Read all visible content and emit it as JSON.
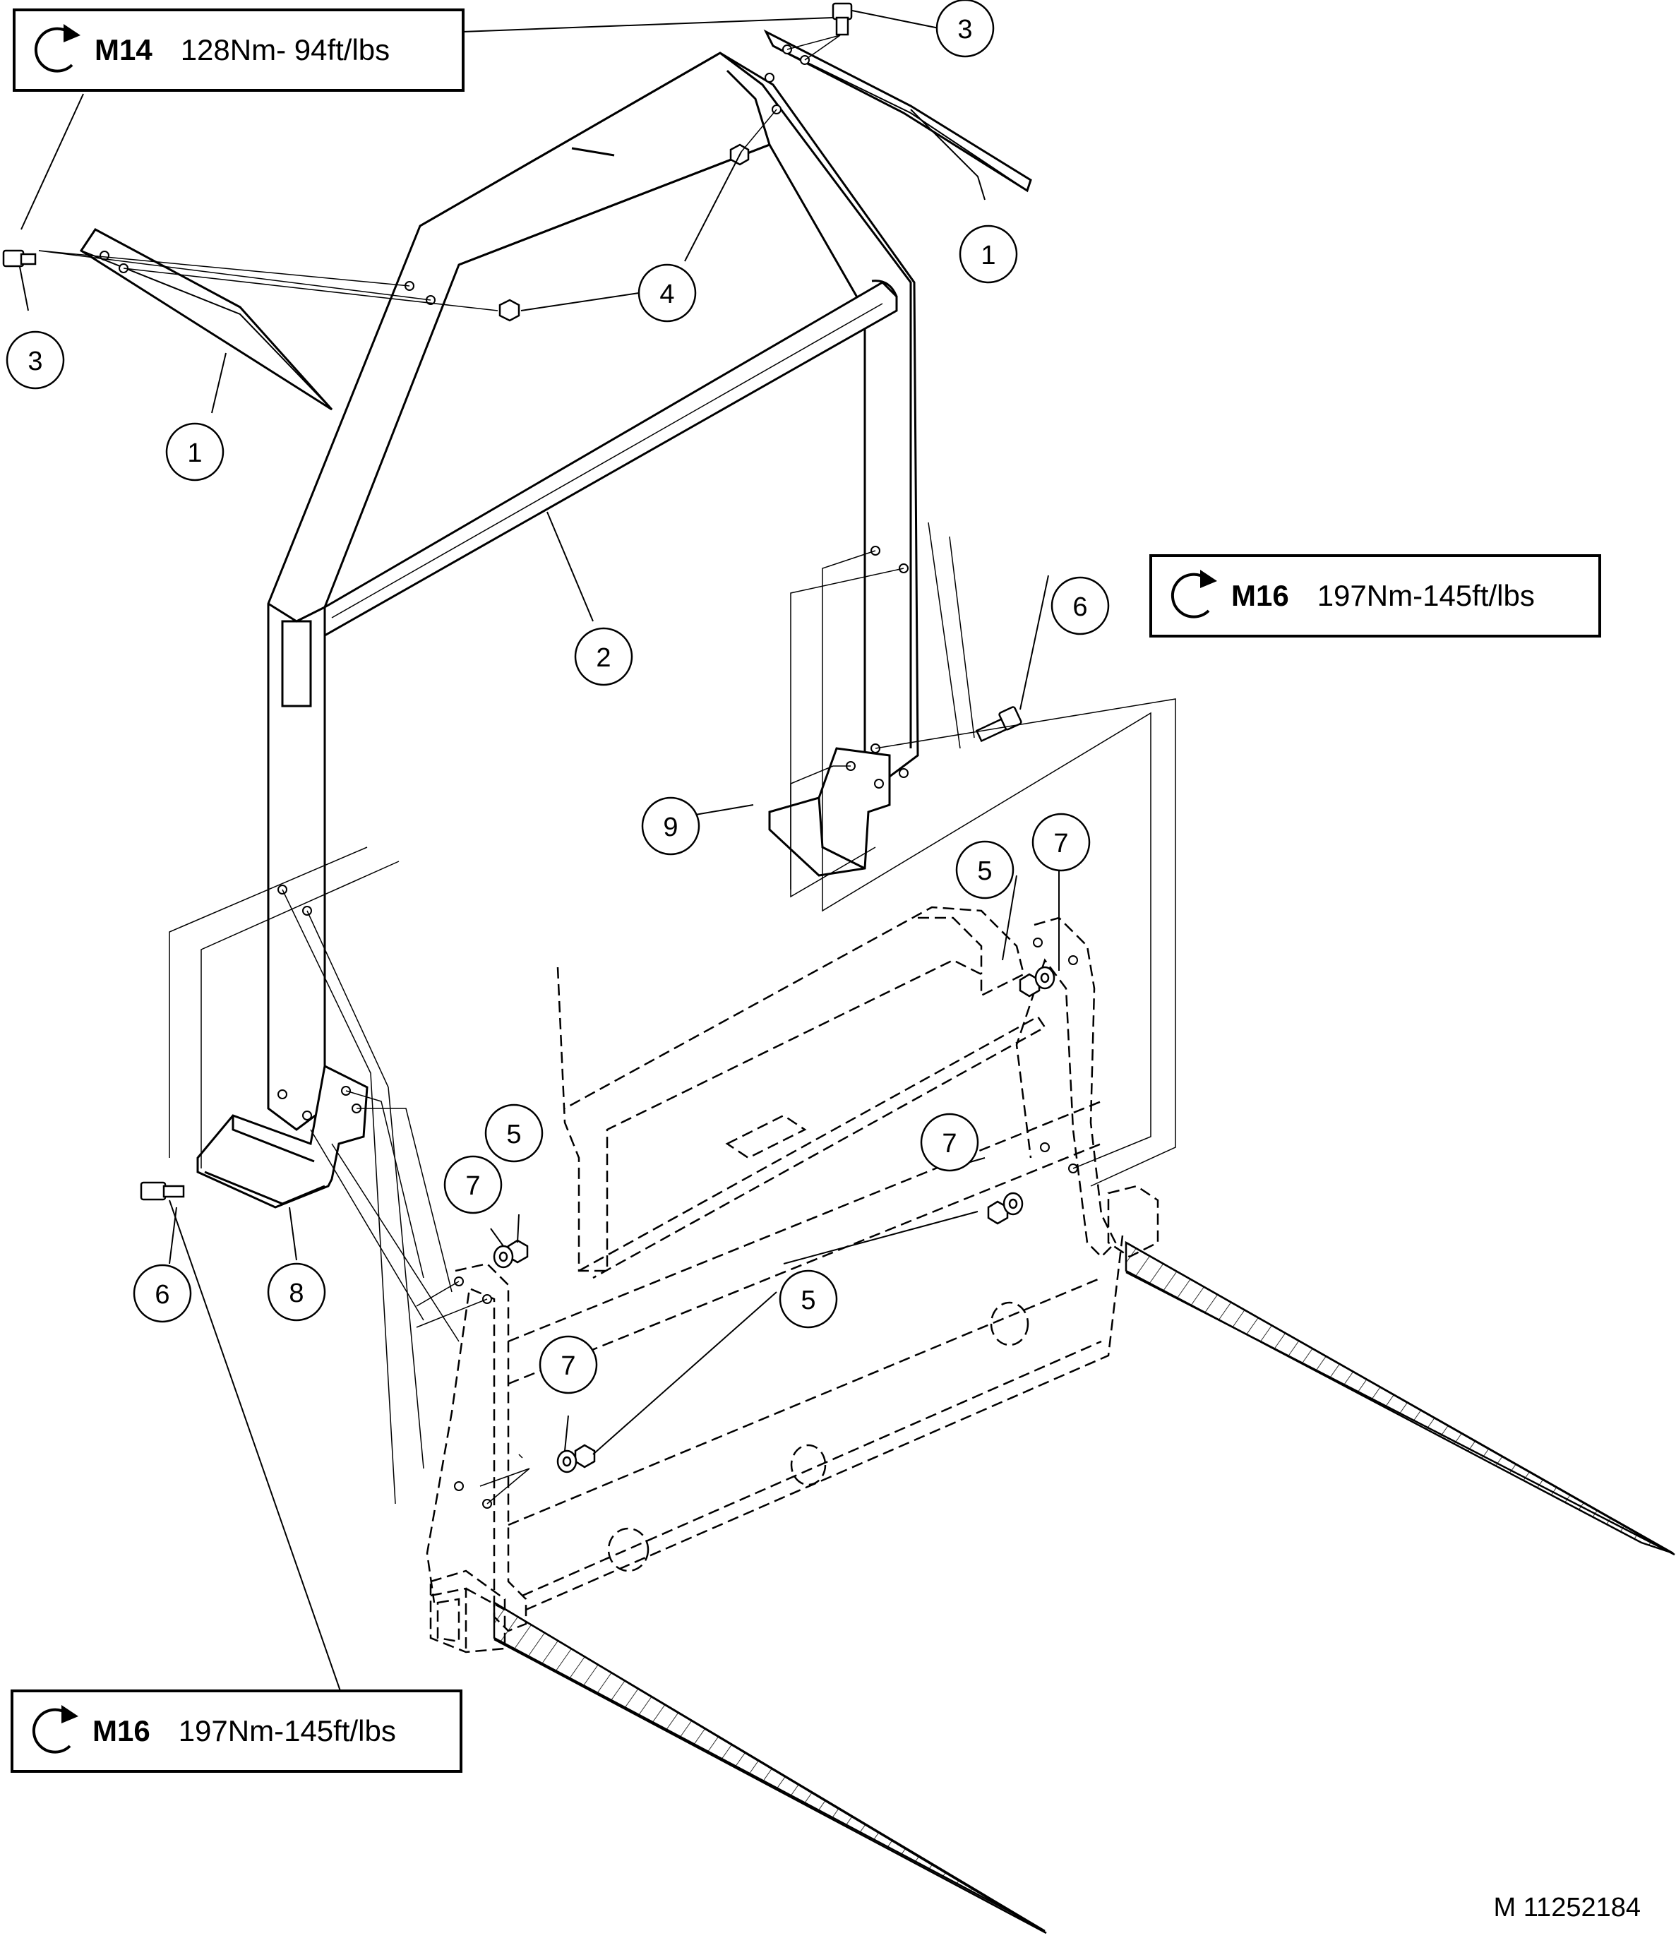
{
  "torque_specs": [
    {
      "bolt": "M14",
      "torque": "128Nm- 94ft/lbs",
      "icon": "torque-arrow-icon"
    },
    {
      "bolt": "M16",
      "torque": "197Nm-145ft/lbs",
      "icon": "torque-arrow-icon"
    },
    {
      "bolt": "M16",
      "torque": "197Nm-145ft/lbs",
      "icon": "torque-arrow-icon"
    }
  ],
  "callouts": [
    "1",
    "1",
    "2",
    "3",
    "3",
    "4",
    "5",
    "5",
    "5",
    "6",
    "6",
    "7",
    "7",
    "7",
    "7",
    "8",
    "9"
  ],
  "drawing_number": "M 11252184"
}
